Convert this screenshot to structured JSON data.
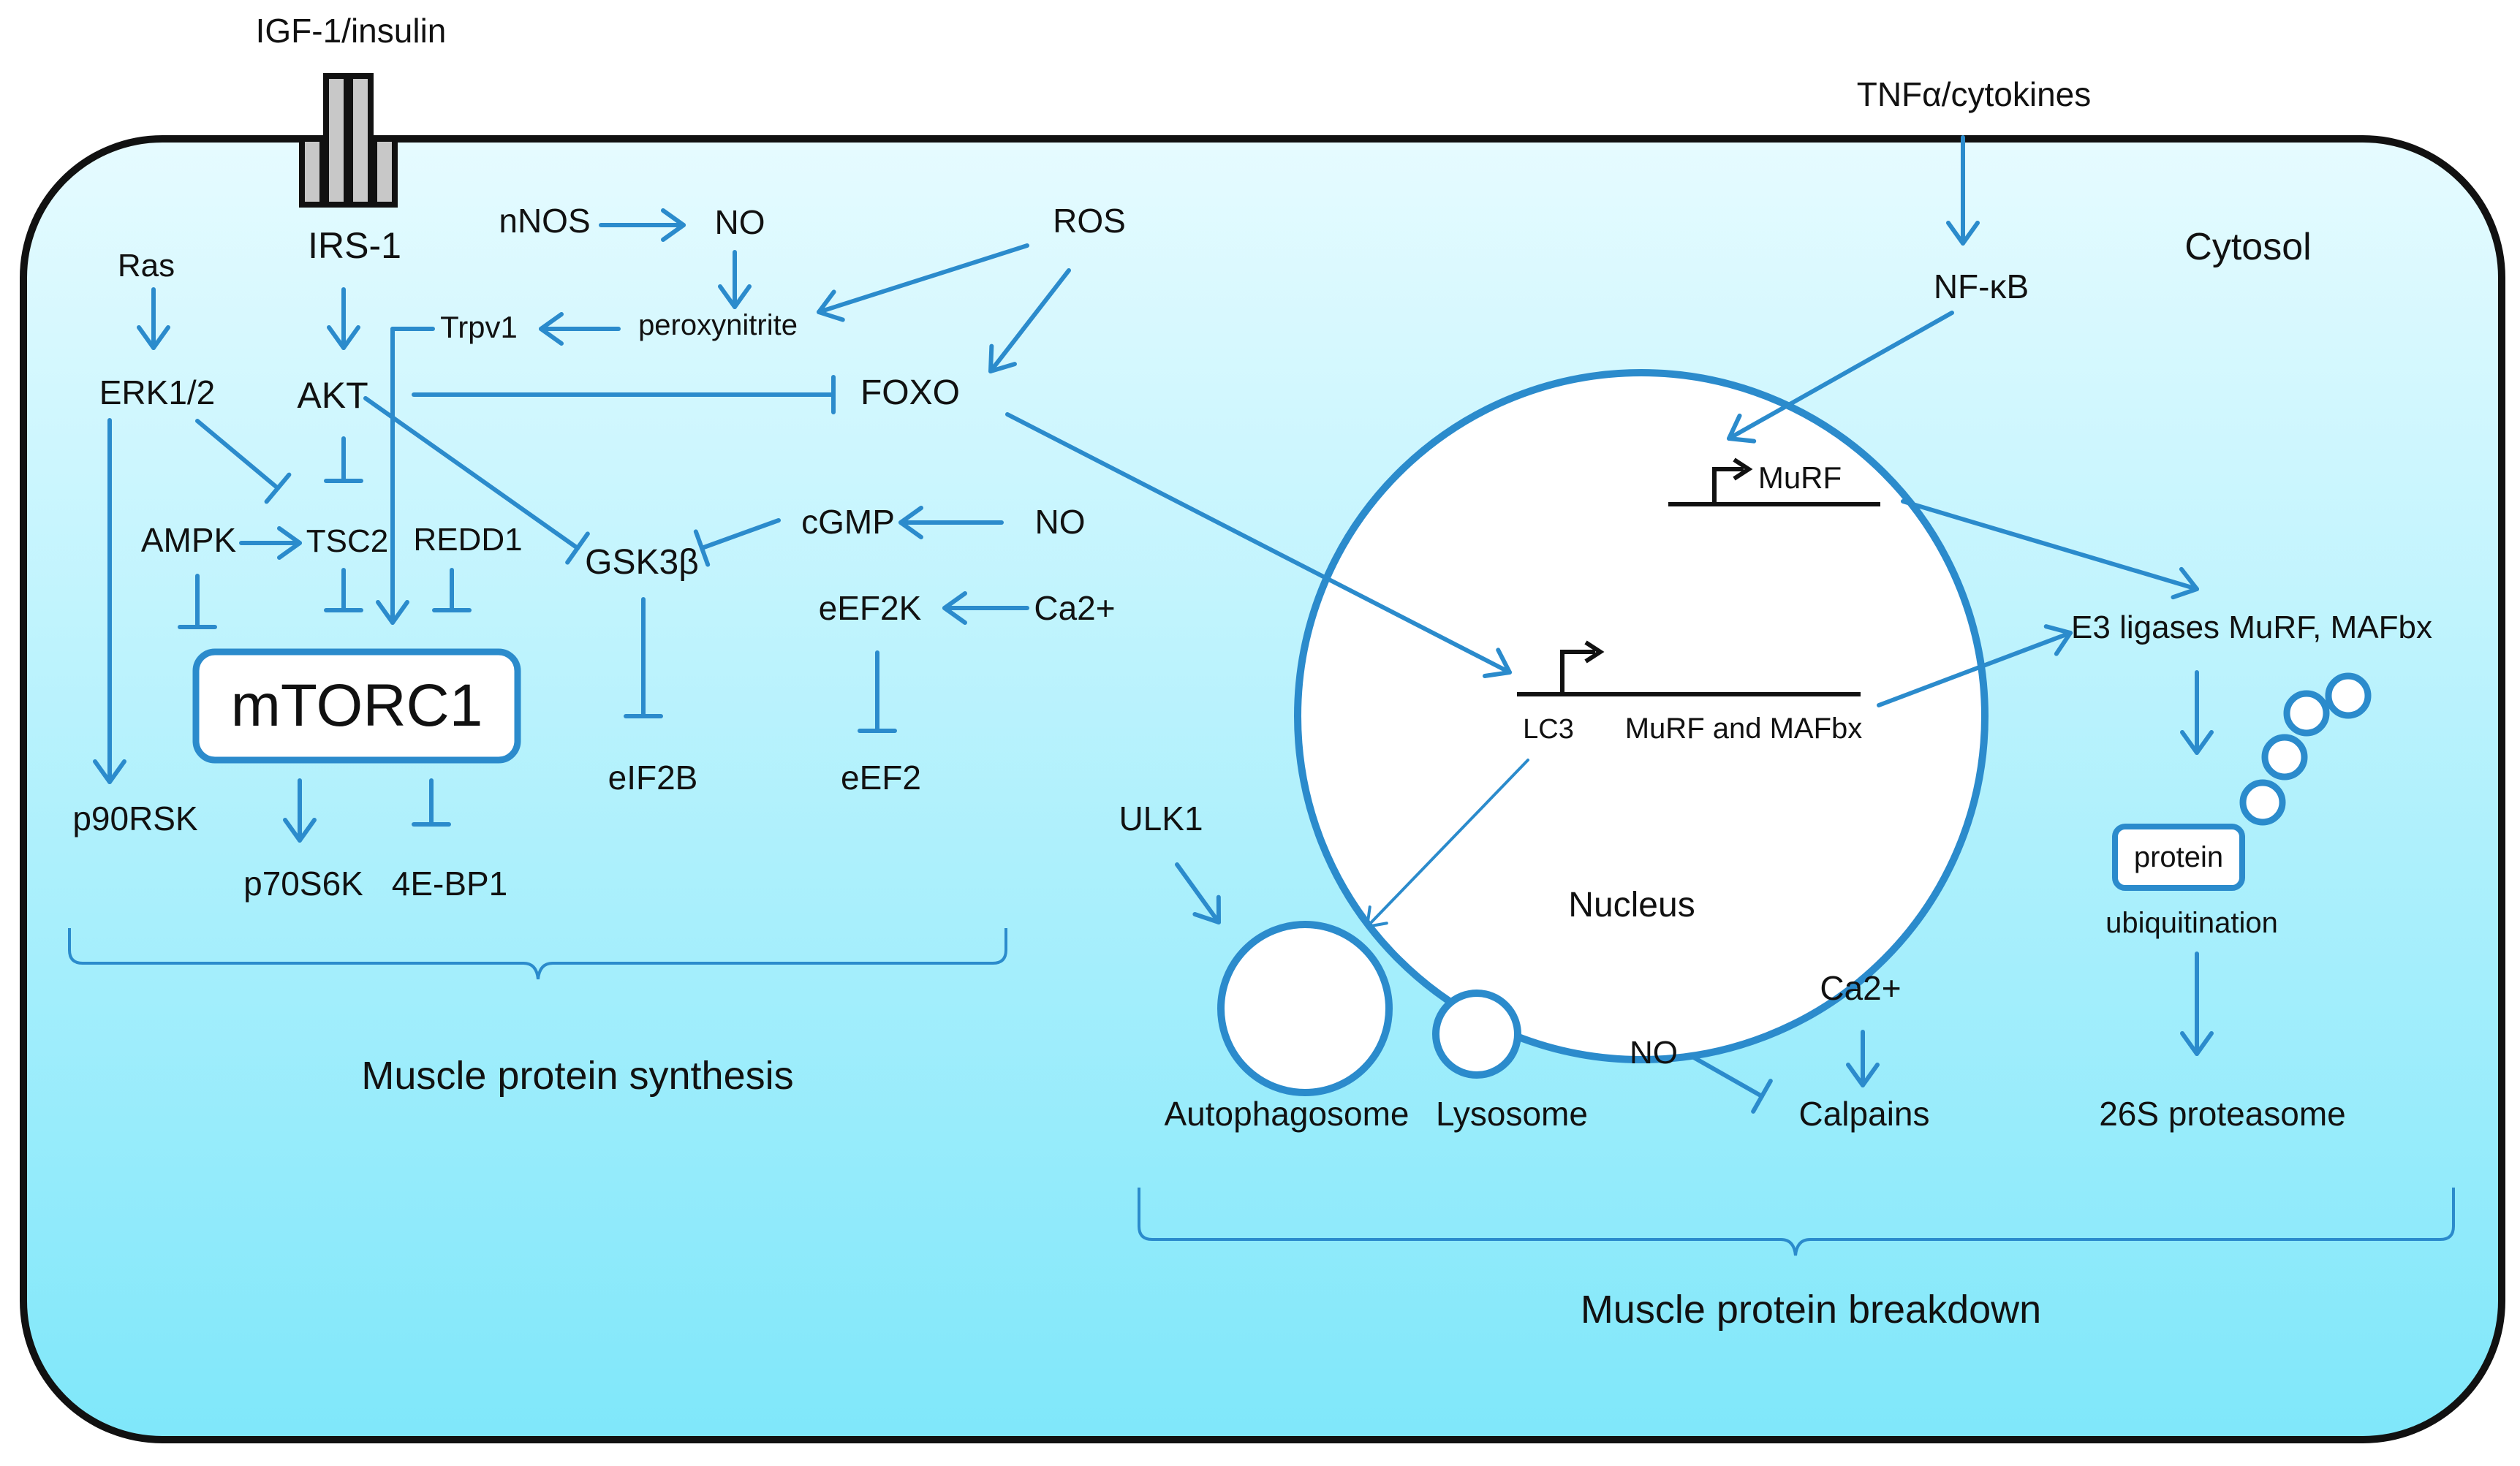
{
  "colors": {
    "accent": "#2B8BCC",
    "cell_top": "#E6FBFF",
    "cell_bottom": "#7FE7FA",
    "outline": "#111111",
    "receptor": "#C8C8C8",
    "white": "#FFFFFF"
  },
  "ligands": {
    "igf1": "IGF-1/insulin",
    "tnf": "TNFα/cytokines"
  },
  "compartments": {
    "cytosol": "Cytosol",
    "nucleus": "Nucleus"
  },
  "nodes": {
    "irs1": "IRS-1",
    "nnos": "nNOS",
    "no_top": "NO",
    "ros": "ROS",
    "ras": "Ras",
    "trpv1": "Trpv1",
    "peroxynitrite": "peroxynitrite",
    "erk": "ERK1/2",
    "akt": "AKT",
    "foxo": "FOXO",
    "nfkb": "NF-κB",
    "ampk": "AMPK",
    "tsc2": "TSC2",
    "redd1": "REDD1",
    "gsk3b": "GSK3β",
    "cgmp": "cGMP",
    "no_cgmp": "NO",
    "eef2k": "eEF2K",
    "ca_eef2k": "Ca2+",
    "mtorc1": "mTORC1",
    "p90rsk": "p90RSK",
    "eif2b": "eIF2B",
    "eef2": "eEF2",
    "p70s6k": "p70S6K",
    "ebp1": "4E-BP1",
    "murf_gene": "MuRF",
    "lc3": "LC3",
    "murf_mafbx": "MuRF and MAFbx",
    "e3": "E3 ligases MuRF, MAFbx",
    "protein": "protein",
    "ubiquitination": "ubiquitination",
    "proteasome": "26S proteasome",
    "ulk1": "ULK1",
    "autophagosome": "Autophagosome",
    "lysosome": "Lysosome",
    "ca_calpain": "Ca2+",
    "no_calpain": "NO",
    "calpains": "Calpains"
  },
  "groups": {
    "synthesis": "Muscle protein synthesis",
    "breakdown": "Muscle protein breakdown"
  }
}
